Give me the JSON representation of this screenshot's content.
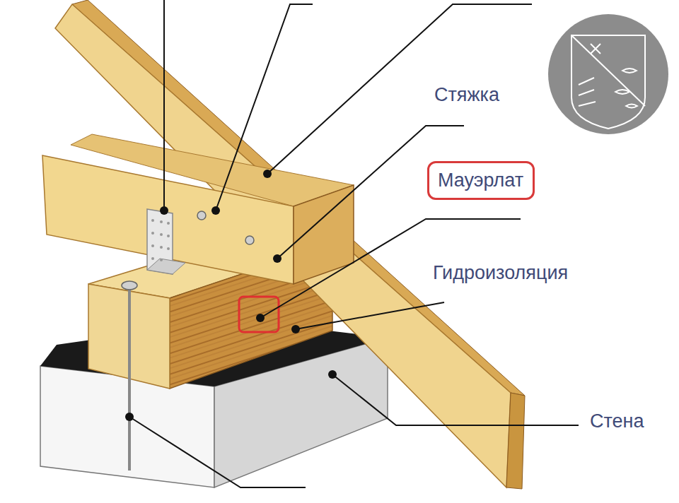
{
  "diagram": {
    "nodes": [
      {
        "text": [
          "Мауэрлат"
        ]
      }
    ],
    "labels": [
      "Стяжка",
      "Гидроизоляция",
      "Стена"
    ]
  }
}
